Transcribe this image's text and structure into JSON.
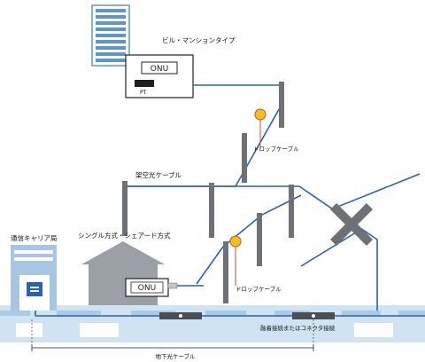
{
  "colors": {
    "fiber": "#2a61b8",
    "pole": "#6e7176",
    "ground": "#cfe3f2",
    "conduit": "#a9cbe6",
    "highlight": "#f3c21a",
    "building_stripe": "#5f96c9",
    "house": "#9aa0a6",
    "carrier": "#a8c6e2"
  },
  "labels": {
    "building": "ビル・マンションタイプ",
    "onu_top": "ONU",
    "pt": "PT",
    "drop_cable_1": "ドロップケーブル",
    "aerial_cable": "架空光ケーブル",
    "carrier_station": "通信キャリア局",
    "house_type": "シングル方式・シェアード方式",
    "onu_house": "ONU",
    "drop_cable_2": "ドロップケーブル",
    "junction": "融着接続またはコネクタ接続",
    "underground": "地下光ケーブル"
  }
}
